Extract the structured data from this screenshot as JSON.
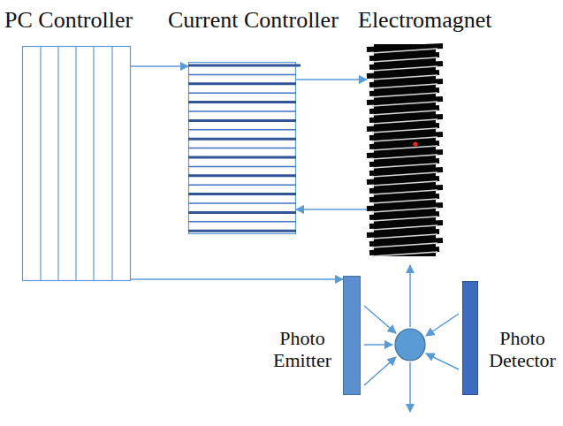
{
  "diagram": {
    "nodes": [
      {
        "text": [
          "PC Controller"
        ]
      },
      {
        "text": [
          "Current Controller"
        ]
      },
      {
        "text": [
          "Electromagnet"
        ]
      },
      {
        "text": [
          "Photo Emitter"
        ]
      },
      {
        "text": [
          "Photo Detector"
        ]
      }
    ],
    "edges": [
      {
        "from": 0,
        "to": 1,
        "arrow": "to"
      },
      {
        "from": 1,
        "to": 2,
        "arrow": "to"
      },
      {
        "from": 2,
        "to": 1,
        "arrow": "to"
      },
      {
        "from": 0,
        "to": 3,
        "arrow": "to"
      }
    ]
  }
}
